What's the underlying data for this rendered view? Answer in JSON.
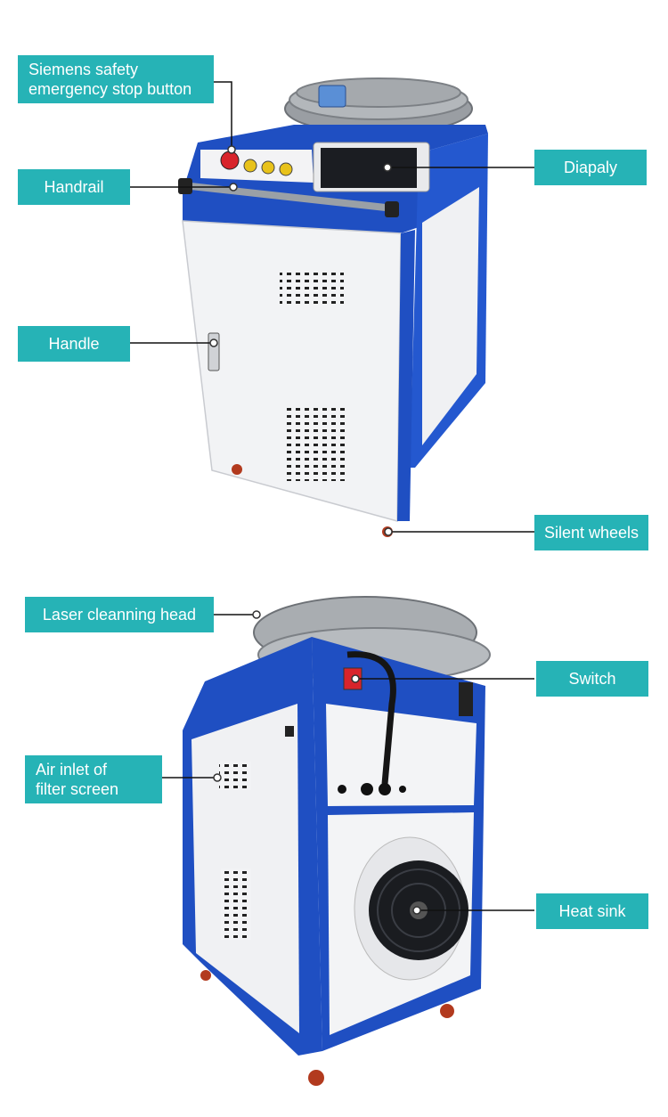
{
  "colors": {
    "label_bg": "#26b3b6",
    "label_text": "#ffffff",
    "frame_blue": "#1f4fc2",
    "panel_white": "#f2f3f5",
    "hose_gray": "#9a9ea3"
  },
  "front_view": {
    "labels": {
      "estop": "Siemens safety\nemergency stop button",
      "handrail": "Handrail",
      "handle": "Handle",
      "display": "Diapaly",
      "wheels": "Silent wheels"
    }
  },
  "rear_view": {
    "labels": {
      "laser_head": "Laser cleanning head",
      "switch": "Switch",
      "air_inlet": "Air inlet of\nfilter screen",
      "heat_sink": "Heat sink"
    }
  }
}
